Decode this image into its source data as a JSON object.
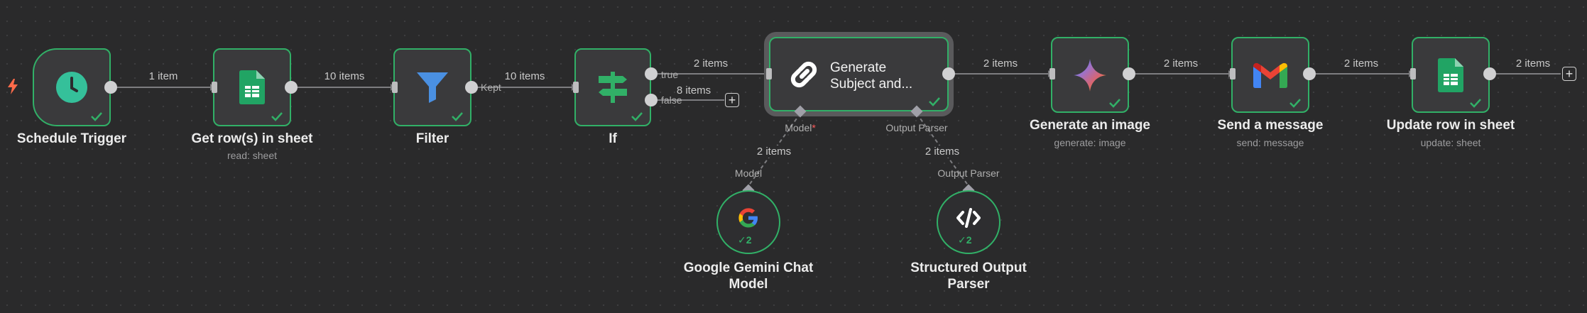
{
  "colors": {
    "canvas": "#2a2a2b",
    "success": "#31b067",
    "node_bg": "#3a3a3c",
    "edge": "#7d7d80",
    "trigger_bolt": "#ff6b4a"
  },
  "nodes": {
    "schedule": {
      "title": "Schedule Trigger",
      "icon": "clock-icon"
    },
    "get_rows": {
      "title": "Get row(s) in sheet",
      "subtitle": "read: sheet",
      "icon": "google-sheets-icon"
    },
    "filter": {
      "title": "Filter",
      "icon": "filter-icon"
    },
    "if_node": {
      "title": "If",
      "icon": "signpost-icon"
    },
    "generate_subject": {
      "title": "Generate Subject and...",
      "icon": "link-icon"
    },
    "generate_image": {
      "title": "Generate an image",
      "subtitle": "generate: image",
      "icon": "gemini-icon"
    },
    "send_message": {
      "title": "Send a message",
      "subtitle": "send: message",
      "icon": "gmail-icon"
    },
    "update_row": {
      "title": "Update row in sheet",
      "subtitle": "update: sheet",
      "icon": "google-sheets-icon"
    },
    "gemini_model": {
      "title_line1": "Google Gemini Chat",
      "title_line2": "Model",
      "badge": "2",
      "icon": "google-icon"
    },
    "output_parser": {
      "title_line1": "Structured Output",
      "title_line2": "Parser",
      "badge": "2",
      "icon": "code-icon"
    }
  },
  "edges": {
    "e1": "1 item",
    "e2": "10 items",
    "e3": "10 items",
    "e4": "2 items",
    "e5": "8 items",
    "e6": "2 items",
    "e7": "2 items",
    "e8": "2 items",
    "e9": "2 items",
    "model_edge": "2 items",
    "parser_edge": "2 items"
  },
  "ports": {
    "kept": "Kept",
    "true": "true",
    "false": "false",
    "model": "Model",
    "model_required": "*",
    "output_parser": "Output Parser",
    "model_sub": "Model",
    "output_parser_sub": "Output Parser",
    "plus": "+"
  }
}
